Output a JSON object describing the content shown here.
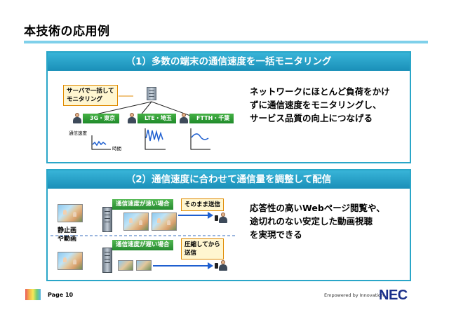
{
  "slide": {
    "title": "本技術の応用例"
  },
  "panel1": {
    "heading": "（1）多数の端末の通信速度を一括モニタリング",
    "callout_line1": "サーバで一括して",
    "callout_line2": "モニタリング",
    "regions": [
      "3G・東京",
      "LTE・埼玉",
      "FTTH・千葉"
    ],
    "y_axis": "通信速度",
    "x_axis": "時間",
    "desc_lines": [
      "ネットワークにほとんど負荷をかけ",
      "ずに通信速度をモニタリングし、",
      "サービス品質の向上につなげる"
    ]
  },
  "panel2": {
    "heading": "（2）通信速度に合わせて通信量を調整して配信",
    "fast_label": "通信速度が速い場合",
    "fast_action": "そのまま送信",
    "slow_label": "通信速度が遅い場合",
    "slow_action_line1": "圧縮してから",
    "slow_action_line2": "送信",
    "media_line1": "静止画",
    "media_line2": "や動画",
    "desc_lines": [
      "応答性の高いWebページ閲覧や、",
      "途切れのない安定した動画視聴",
      "を実現できる"
    ]
  },
  "footer": {
    "page": "Page 10",
    "tagline": "Empowered by Innovation",
    "logo": "NEC"
  },
  "colors": {
    "panel_border": "#2aa6c8",
    "heading_bg": "#1a8fb8",
    "region_green": "#258a30",
    "chart_line": "#1e5fd0",
    "arrow_blue": "#1e5fd0",
    "logo_blue": "#1a2f8a"
  }
}
